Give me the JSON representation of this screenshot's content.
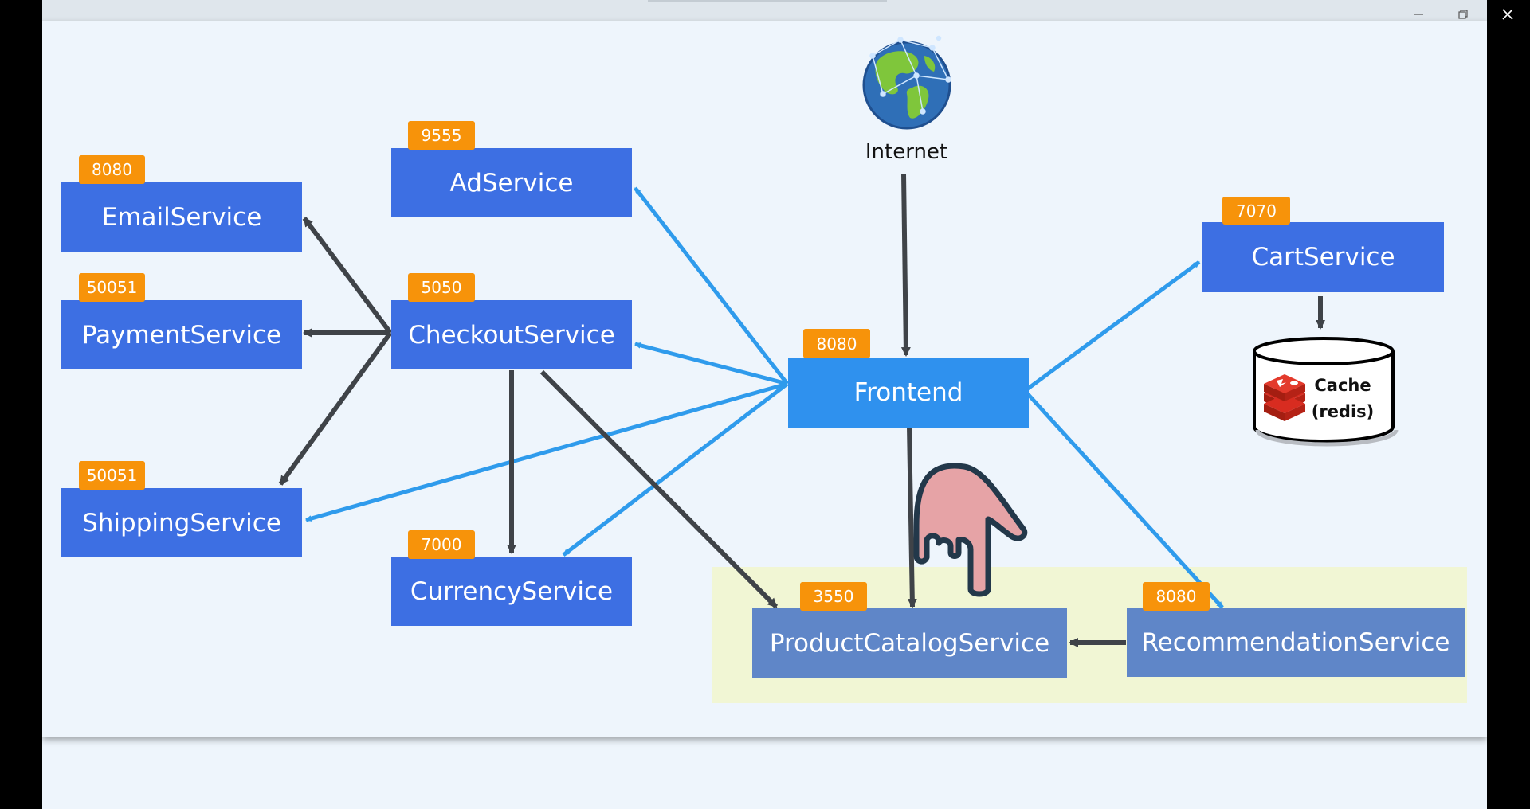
{
  "diagram": {
    "internet_label": "Internet",
    "nodes": {
      "email": {
        "label": "EmailService",
        "port": "8080"
      },
      "payment": {
        "label": "PaymentService",
        "port": "50051"
      },
      "shipping": {
        "label": "ShippingService",
        "port": "50051"
      },
      "ad": {
        "label": "AdService",
        "port": "9555"
      },
      "checkout": {
        "label": "CheckoutService",
        "port": "5050"
      },
      "currency": {
        "label": "CurrencyService",
        "port": "7000"
      },
      "frontend": {
        "label": "Frontend",
        "port": "8080"
      },
      "cart": {
        "label": "CartService",
        "port": "7070"
      },
      "productcatalog": {
        "label": "ProductCatalogService",
        "port": "3550"
      },
      "recommendation": {
        "label": "RecommendationService",
        "port": "8080"
      }
    },
    "cache": {
      "line1": "Cache",
      "line2": "(redis)"
    }
  },
  "colors": {
    "service_box": "#3d6fe3",
    "frontend_box": "#2f91ee",
    "muted_box": "#5f86c8",
    "port_badge": "#f7930a",
    "blue_arrow": "#2f9bec",
    "dark_arrow": "#3f4348",
    "highlight": "#f1f6d4"
  },
  "icons": [
    "globe-icon",
    "redis-icon",
    "pointing-hand-icon",
    "minimize-icon",
    "restore-icon",
    "close-icon"
  ]
}
